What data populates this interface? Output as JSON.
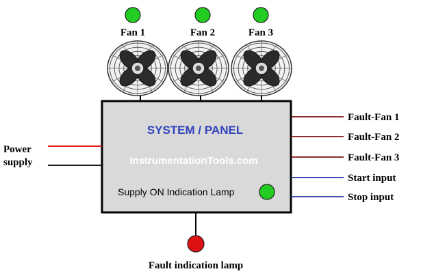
{
  "fans": [
    {
      "label": "Fan 1",
      "lamp_color": "#22cc22"
    },
    {
      "label": "Fan 2",
      "lamp_color": "#22cc22"
    },
    {
      "label": "Fan 3",
      "lamp_color": "#22cc22"
    }
  ],
  "panel": {
    "title": "SYSTEM / PANEL",
    "watermark": "InstrumentationTools.com",
    "supply_lamp_label": "Supply ON Indication Lamp",
    "supply_lamp_color": "#22cc22",
    "fill_color": "#d9d9d9",
    "title_color": "#3344bb"
  },
  "power_supply": {
    "label_line1": "Power",
    "label_line2": "supply"
  },
  "outputs": [
    {
      "label": "Fault-Fan 1",
      "wire_color": "#7a1010"
    },
    {
      "label": "Fault-Fan 2",
      "wire_color": "#7a1010"
    },
    {
      "label": "Fault-Fan 3",
      "wire_color": "#7a1010"
    },
    {
      "label": "Start input",
      "wire_color": "#2233aa"
    },
    {
      "label": "Stop input",
      "wire_color": "#2233aa"
    }
  ],
  "fault_lamp": {
    "label": "Fault indication lamp",
    "color": "#dd1111"
  }
}
